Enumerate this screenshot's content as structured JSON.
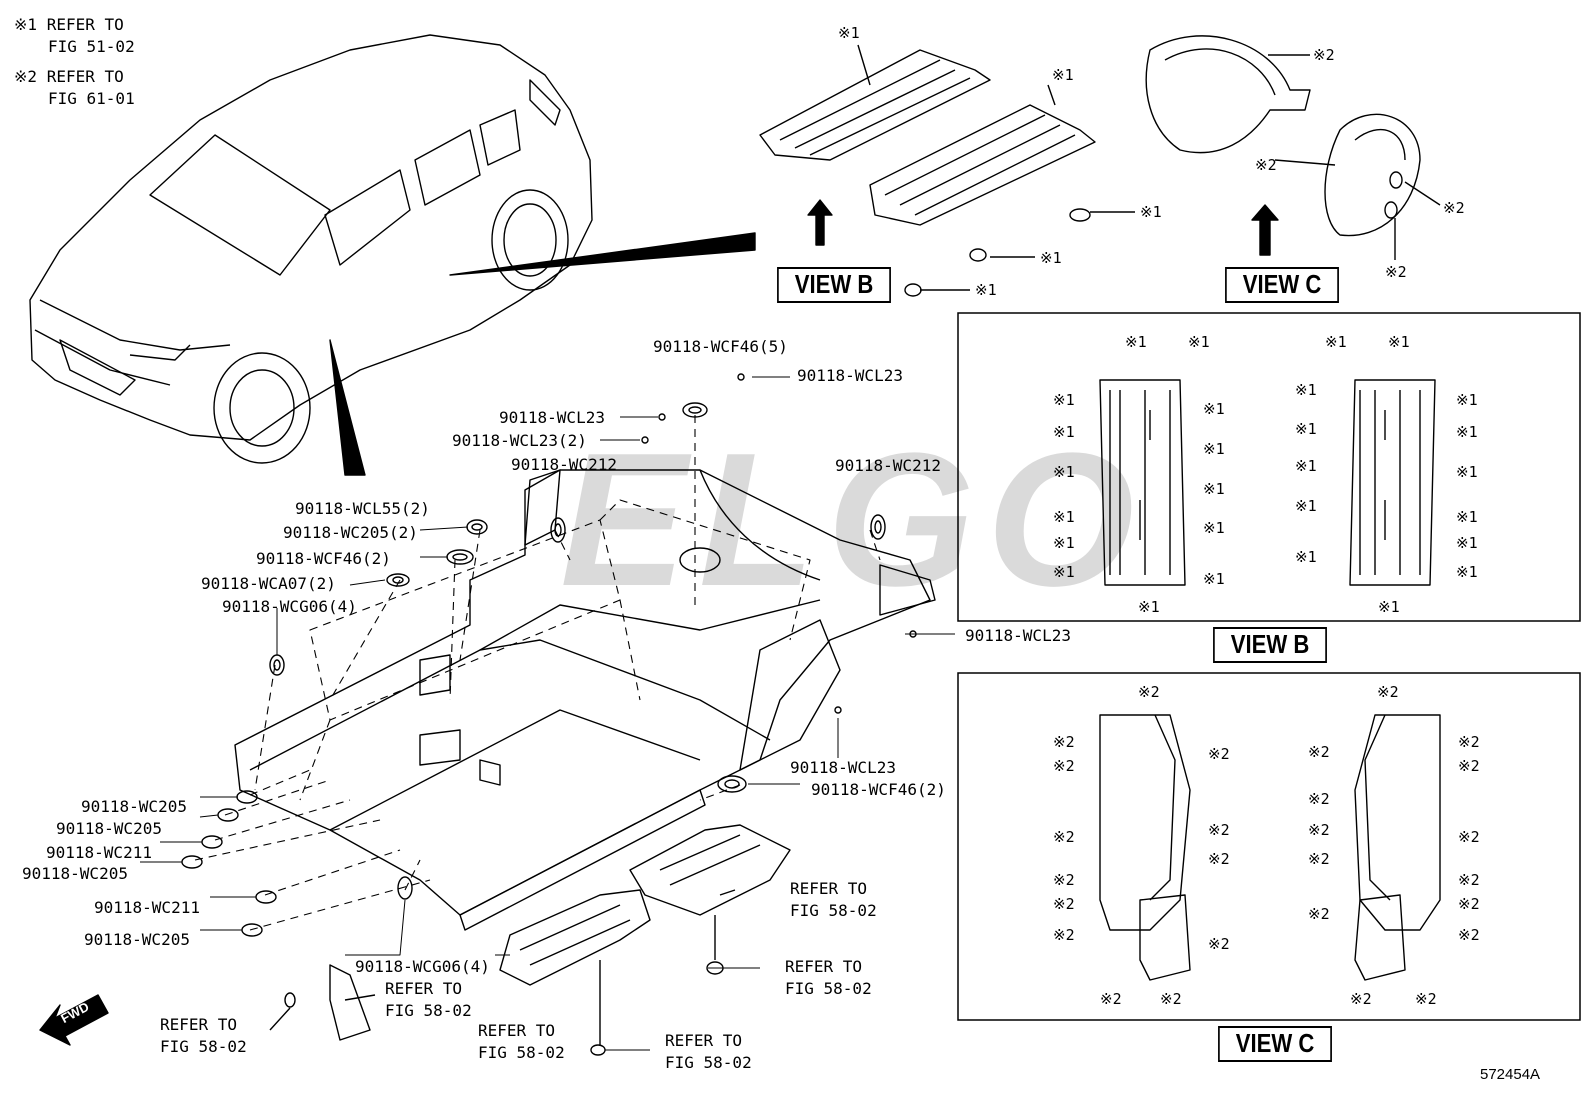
{
  "notes": [
    {
      "mark": "※1",
      "line1": "REFER TO",
      "line2": "FIG 51-02"
    },
    {
      "mark": "※2",
      "line1": "REFER TO",
      "line2": "FIG 61-01"
    }
  ],
  "views": {
    "b": "VIEW B",
    "c": "VIEW C"
  },
  "fwd": "FWD",
  "doc_id": "572454A",
  "watermark": "ELGO",
  "marks": {
    "m1": "※1",
    "m2": "※2"
  },
  "parts": {
    "wcf46_5": "90118-WCF46(5)",
    "wcl23_a": "90118-WCL23",
    "wcl23_b": "90118-WCL23",
    "wcl23_2": "90118-WCL23(2)",
    "wc212_a": "90118-WC212",
    "wc212_b": "90118-WC212",
    "wcl55_2": "90118-WCL55(2)",
    "wc205_2": "90118-WC205(2)",
    "wcf46_2a": "90118-WCF46(2)",
    "wca07_2": "90118-WCA07(2)",
    "wcg06_4a": "90118-WCG06(4)",
    "wcl23_c": "90118-WCL23",
    "wcl23_d": "90118-WCL23",
    "wcf46_2b": "90118-WCF46(2)",
    "wc205_a": "90118-WC205",
    "wc205_b": "90118-WC205",
    "wc211_a": "90118-WC211",
    "wc205_c": "90118-WC205",
    "wc211_b": "90118-WC211",
    "wc205_d": "90118-WC205",
    "wcg06_4b": "90118-WCG06(4)"
  },
  "refers": {
    "r1": {
      "line1": "REFER TO",
      "line2": "FIG 58-02"
    },
    "r2": {
      "line1": "REFER TO",
      "line2": "FIG 58-02"
    },
    "r3": {
      "line1": "REFER TO",
      "line2": "FIG 58-02"
    },
    "r4": {
      "line1": "REFER TO",
      "line2": "FIG 58-02"
    },
    "r5": {
      "line1": "REFER TO",
      "line2": "FIG 58-02"
    },
    "r6": {
      "line1": "REFER TO",
      "line2": "FIG 58-02"
    }
  }
}
